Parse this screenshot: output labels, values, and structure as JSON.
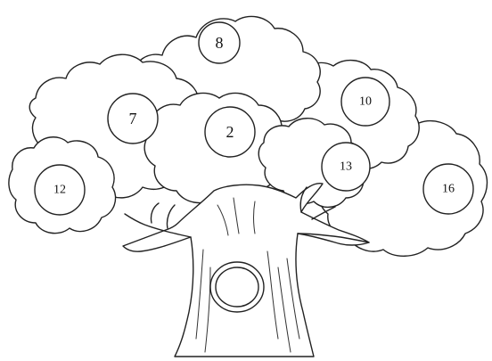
{
  "tree": {
    "circles": [
      {
        "id": "c8",
        "label": "8"
      },
      {
        "id": "c7",
        "label": "7"
      },
      {
        "id": "c2",
        "label": "2"
      },
      {
        "id": "c10",
        "label": "10"
      },
      {
        "id": "c13",
        "label": "13"
      },
      {
        "id": "c12",
        "label": "12"
      },
      {
        "id": "c16",
        "label": "16"
      }
    ]
  }
}
